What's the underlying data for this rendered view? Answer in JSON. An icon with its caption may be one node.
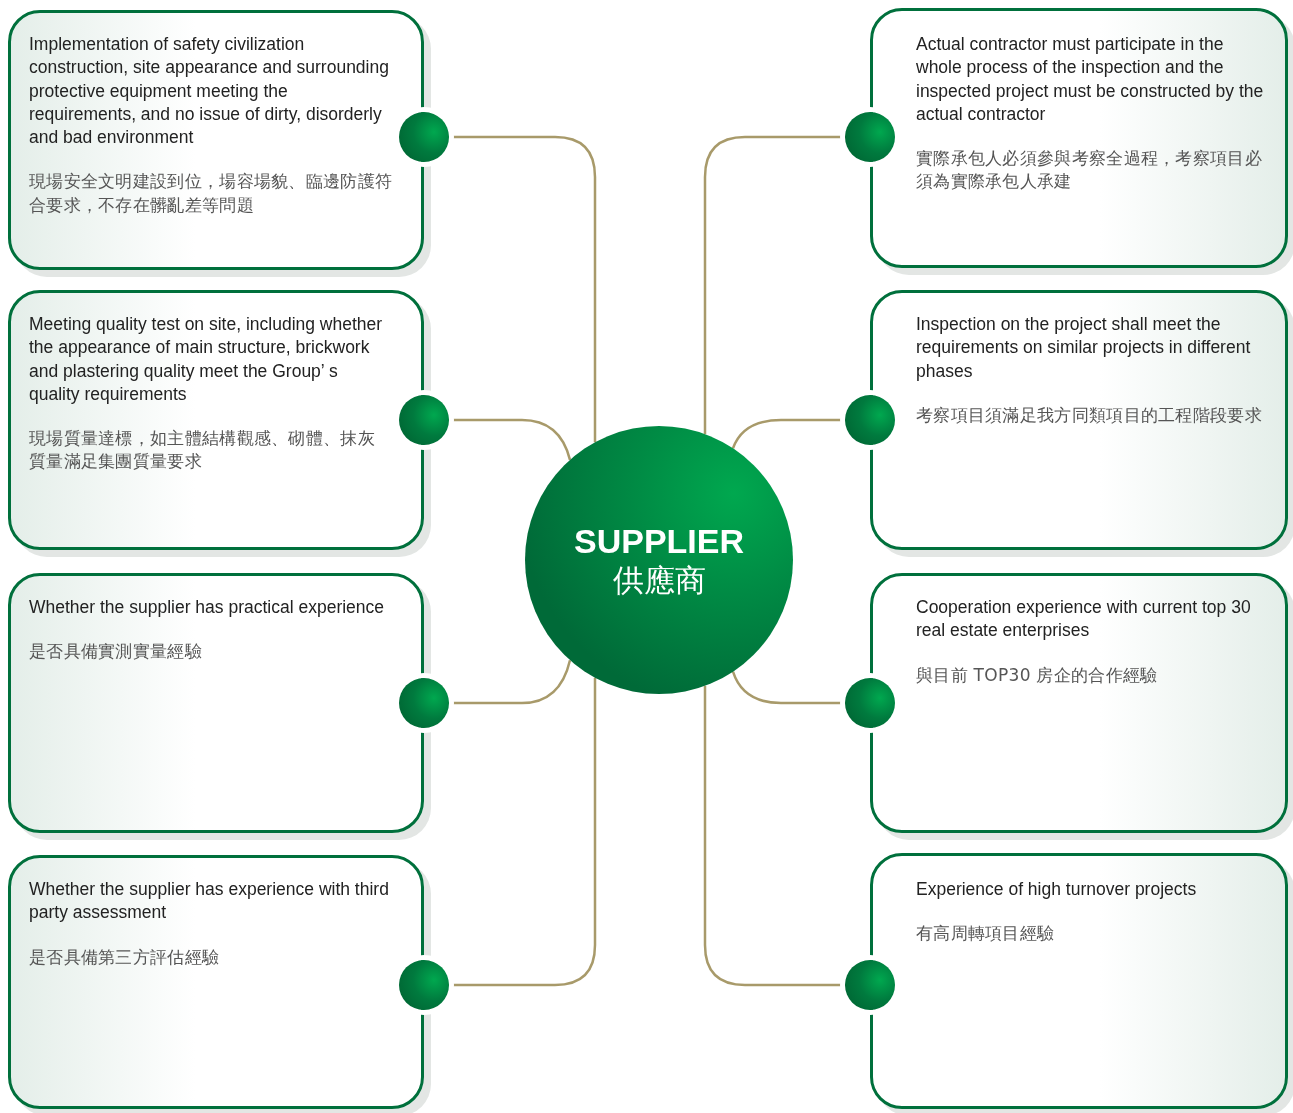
{
  "diagram": {
    "nodes": [
      {
        "text": [
          "SUPPLIER",
          "供應商"
        ]
      },
      {
        "text": [
          "Implementation of safety civilization construction, site appearance and surrounding protective equipment meeting the requirements, and no issue of dirty, disorderly and bad environment",
          "現場安全文明建設到位，場容場貌、臨邊防護符合要求，不存在髒亂差等問題"
        ]
      },
      {
        "text": [
          "Actual contractor must participate in the whole process of the inspection and the inspected project must be constructed by the actual contractor",
          "實際承包人必須參與考察全過程，考察項目必須為實際承包人承建"
        ]
      },
      {
        "text": [
          "Meeting quality test on site, including whether the appearance of main structure, brickwork and plastering quality meet the Group’ s quality requirements",
          "現場質量達標，如主體結構觀感、砌體、抹灰質量滿足集團質量要求"
        ]
      },
      {
        "text": [
          "Inspection on the project shall meet the requirements on similar projects in different phases",
          "考察項目須滿足我方同類項目的工程階段要求"
        ]
      },
      {
        "text": [
          "Whether the supplier has practical experience",
          "是否具備實測實量經驗"
        ]
      },
      {
        "text": [
          "Cooperation experience with current top 30 real estate enterprises",
          "與目前 TOP30 房企的合作經驗"
        ]
      },
      {
        "text": [
          "Whether the supplier has experience with third party assessment",
          "是否具備第三方評估經驗"
        ]
      },
      {
        "text": [
          "Experience of high turnover projects",
          "有高周轉項目經驗"
        ]
      }
    ],
    "edges": [
      {
        "from": 0,
        "to": 1,
        "arrow": "none"
      },
      {
        "from": 0,
        "to": 2,
        "arrow": "none"
      },
      {
        "from": 0,
        "to": 3,
        "arrow": "none"
      },
      {
        "from": 0,
        "to": 4,
        "arrow": "none"
      },
      {
        "from": 0,
        "to": 5,
        "arrow": "none"
      },
      {
        "from": 0,
        "to": 6,
        "arrow": "none"
      },
      {
        "from": 0,
        "to": 7,
        "arrow": "none"
      },
      {
        "from": 0,
        "to": 8,
        "arrow": "none"
      }
    ]
  }
}
